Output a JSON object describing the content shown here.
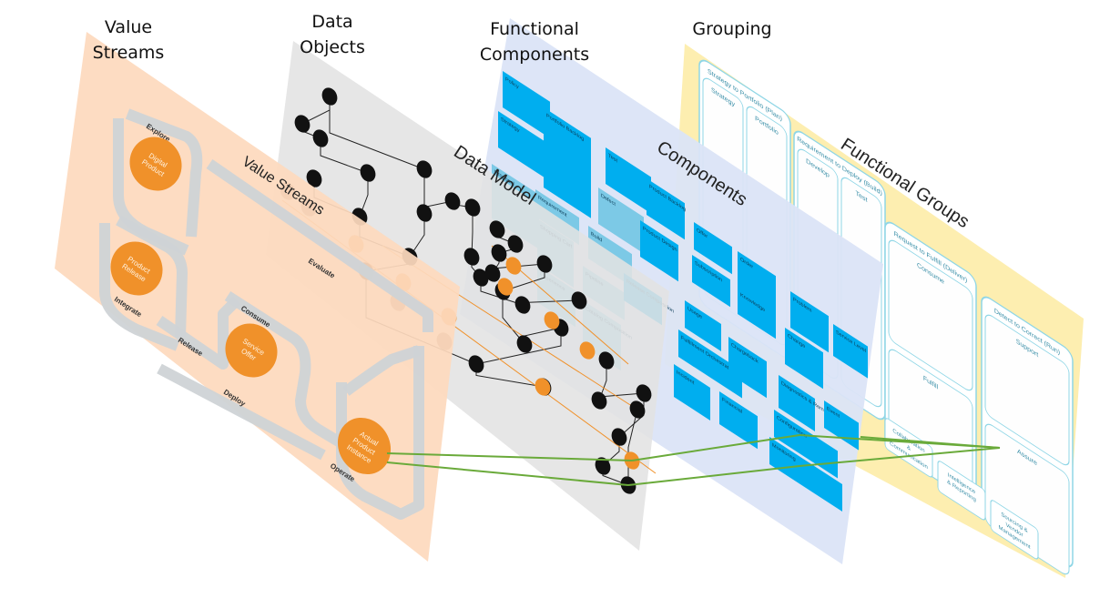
{
  "layer_titles": [
    {
      "id": "value-streams",
      "line1": "Value",
      "line2": "Streams"
    },
    {
      "id": "data-objects",
      "line1": "Data",
      "line2": "Objects"
    },
    {
      "id": "functional-components",
      "line1": "Functional",
      "line2": "Components"
    },
    {
      "id": "grouping",
      "line1": "Grouping",
      "line2": ""
    }
  ],
  "colors": {
    "value_stream_plane": "#fdd9bd",
    "data_plane": "#e4e4e4",
    "component_plane": "#dbe4f7",
    "grouping_plane": "#fdeeb0",
    "component_box": "#00aeef",
    "orange_node": "#f0912a",
    "black_node": "#111111",
    "link_green": "#6aaa3a",
    "arrow_grey": "#cfd3d6",
    "group_border": "#8fd6e6"
  },
  "value_streams": {
    "plane_label": "Value Streams",
    "stages": [
      {
        "id": "digital-product",
        "label_lines": [
          "Digital",
          "Product"
        ]
      },
      {
        "id": "product-release",
        "label_lines": [
          "Product",
          "Release"
        ]
      },
      {
        "id": "service-offer",
        "label_lines": [
          "Service",
          "Offer"
        ]
      },
      {
        "id": "actual-product-instance",
        "label_lines": [
          "Actual",
          "Product",
          "Instance"
        ]
      }
    ],
    "flows": [
      "Explore",
      "Evaluate",
      "Integrate",
      "Release",
      "Consume",
      "Deploy",
      "Operate"
    ]
  },
  "data_model": {
    "plane_label": "Data Model"
  },
  "components": {
    "plane_label": "Components",
    "boxes": [
      "Policy",
      "Strategy",
      "Portfolio Backlog",
      "Proposal",
      "Requirement",
      "Test",
      "Product Backlog",
      "Defect",
      "Product Design",
      "Build",
      "Pipeline",
      "Release Composition",
      "Shopping Cart",
      "Offer",
      "Subscription",
      "Order",
      "Knowledge",
      "Problem",
      "Service Level",
      "Change",
      "Usage",
      "Fulfillment Orchestration",
      "Chargeback",
      "Incident",
      "Diagnostics & Remediation",
      "Event",
      "Configuration",
      "Monitoring",
      "Financial",
      "Catalog Composition",
      "Experience"
    ]
  },
  "grouping": {
    "plane_label": "Functional Groups",
    "groups": [
      {
        "title": "Strategy to Portfolio (Plan)",
        "subs": [
          "Strategy",
          "Portfolio"
        ]
      },
      {
        "title": "Requirement to Deploy (Build)",
        "subs": [
          "Develop",
          "Test"
        ]
      },
      {
        "title": "Request to Fulfill (Deliver)",
        "subs": [
          "Consume",
          "Fulfill"
        ]
      },
      {
        "title": "Detect to Correct (Run)",
        "subs": [
          "Support",
          "Assure"
        ]
      }
    ],
    "bottom": [
      "Collaboration & Communication",
      "Intelligence & Reporting",
      "Sourcing & Vendor Management"
    ]
  }
}
